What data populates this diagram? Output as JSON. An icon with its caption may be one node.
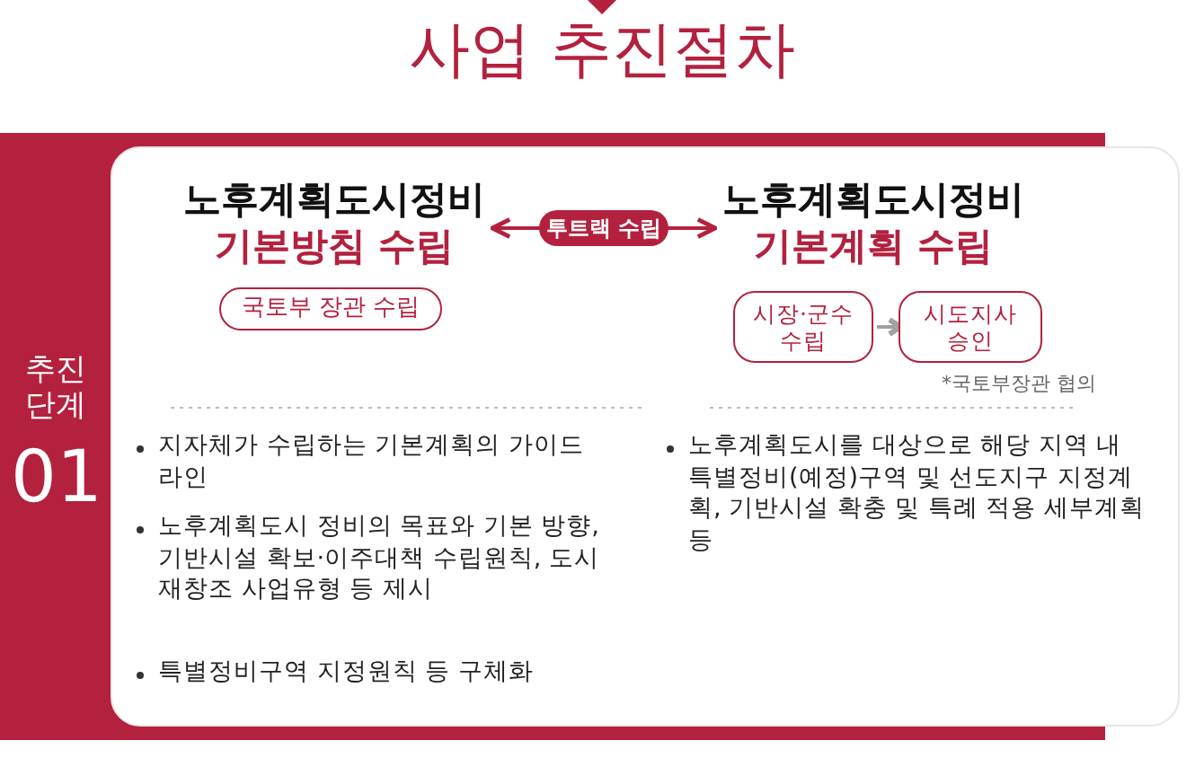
{
  "diagram": {
    "title": "사업 추진절차",
    "nodes": [
      {
        "text": [
          "노후계획도시정비",
          "기본방침 수립"
        ]
      },
      {
        "text": [
          "국토부 장관 수립"
        ]
      },
      {
        "text": [
          "노후계획도시정비",
          "기본계획 수립"
        ]
      },
      {
        "text": [
          "시장·군수 수립"
        ]
      },
      {
        "text": [
          "시도지사 승인"
        ]
      }
    ],
    "edges": [
      {
        "from": 0,
        "to": 2,
        "arrow": "both",
        "label": "투트랙 수립"
      },
      {
        "from": 3,
        "to": 4,
        "arrow": "to",
        "color": "#a0a0a0"
      }
    ],
    "labels": [
      "추진 단계",
      "01",
      "*국토부장관 협의",
      "지자체가 수립하는 기본계획의 가이드라인",
      "노후계획도시 정비의 목표와 기본 방향, 기반시설 확보·이주대책 수립원칙, 도시 재창조 사업유형 등 제시",
      "특별정비구역 지정원칙 등 구체화",
      "노후계획도시를 대상으로 해당 지역 내 특별정비(예정)구역 및 선도지구 지정계획, 기반시설 확충 및 특례 적용 세부계획 등"
    ]
  }
}
